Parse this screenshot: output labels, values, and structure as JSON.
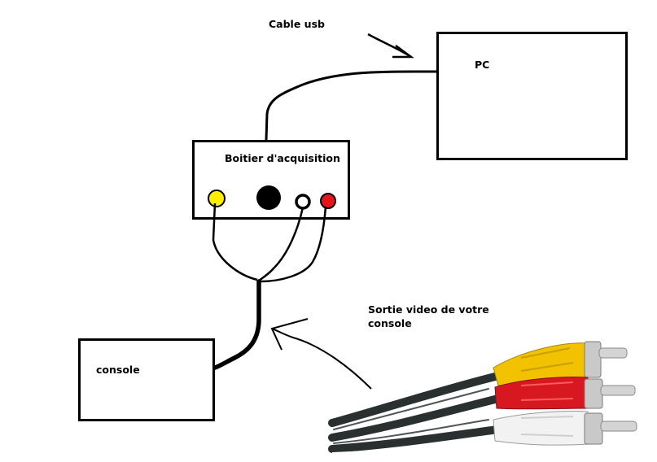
{
  "labels": {
    "cable_usb": "Cable usb",
    "pc": "PC",
    "boitier": "Boitier d'acquisition",
    "sortie_line1": "Sortie video de votre",
    "sortie_line2": "console",
    "console": "console"
  },
  "colors": {
    "stroke": "#000000",
    "jack_yellow": "#ffee00",
    "jack_black": "#000000",
    "jack_white": "#ffffff",
    "jack_red": "#e8141c",
    "plug_yellow": "#f2c200",
    "plug_red": "#d81820",
    "plug_white": "#f2f2f2",
    "cable_dark": "#2a2f2f"
  },
  "photo": {
    "subject": "rca-composite-cable-photo"
  }
}
